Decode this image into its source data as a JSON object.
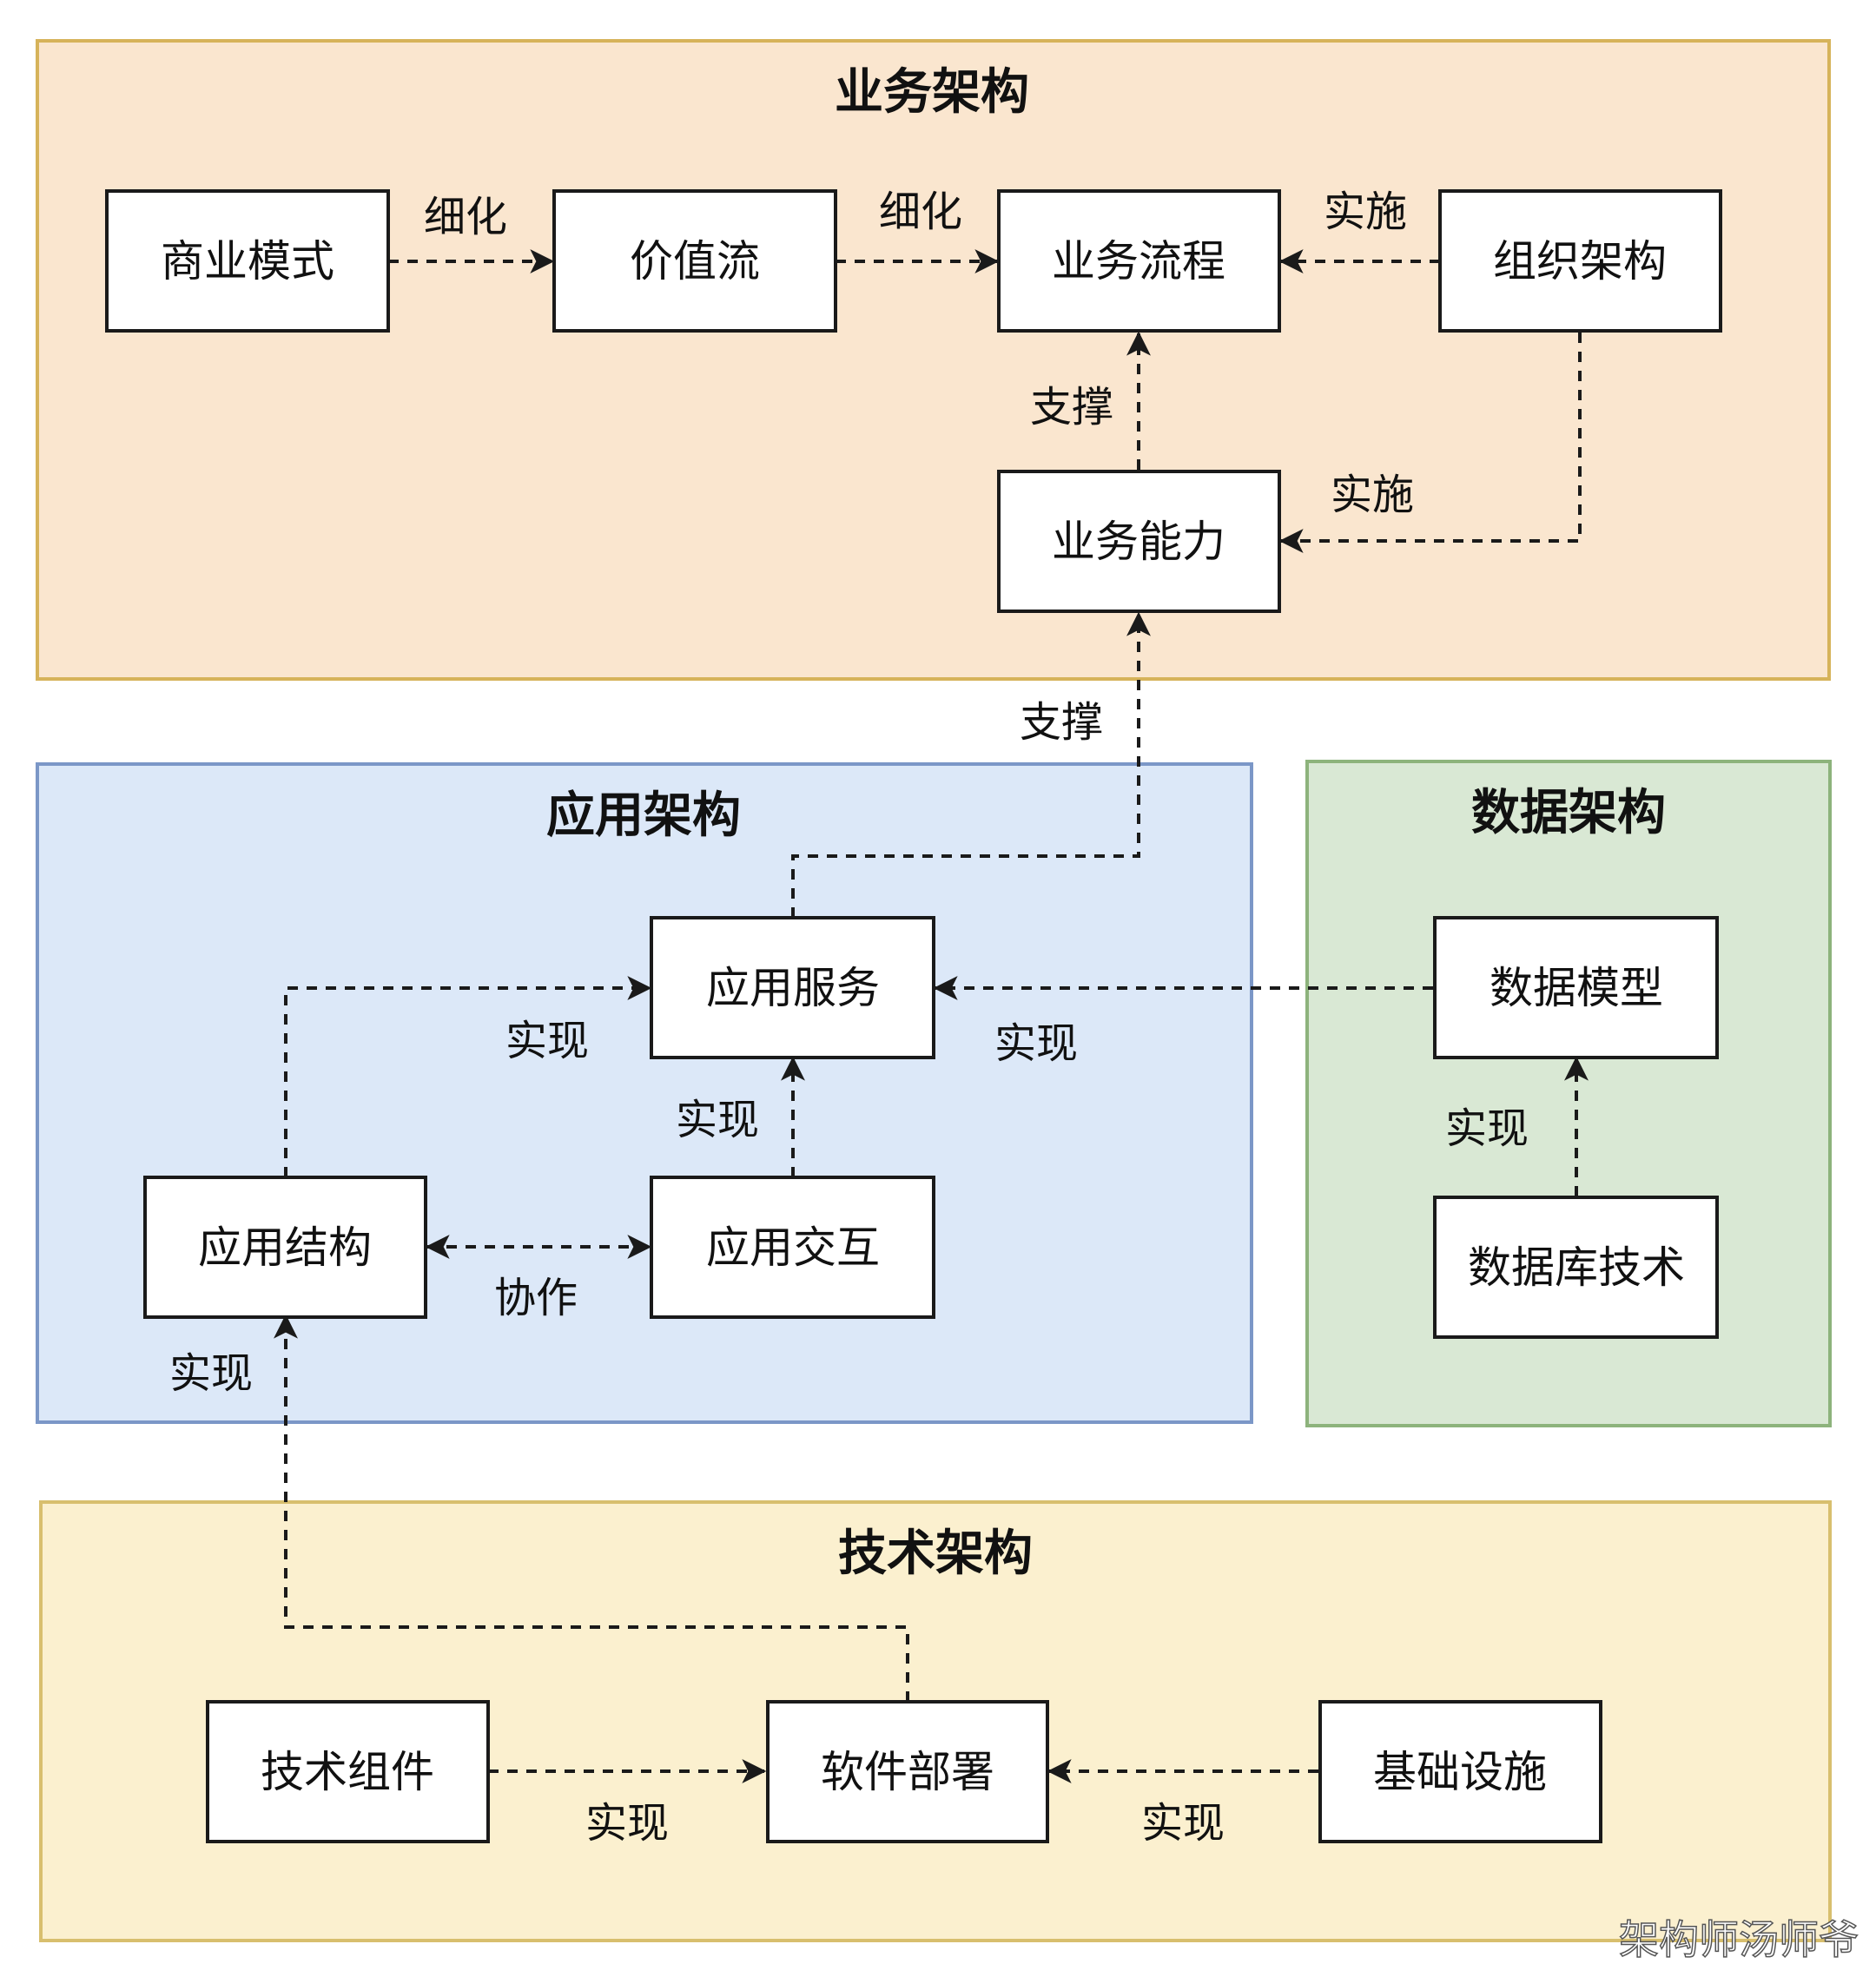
{
  "groups": {
    "business": {
      "title": "业务架构",
      "fill": "#fae6cf",
      "stroke": "#d6b35a"
    },
    "application": {
      "title": "应用架构",
      "fill": "#dce8f8",
      "stroke": "#7b97c7"
    },
    "data": {
      "title": "数据架构",
      "fill": "#d9e8d4",
      "stroke": "#8db37c"
    },
    "technology": {
      "title": "技术架构",
      "fill": "#fbf0cf",
      "stroke": "#d8bf6e"
    }
  },
  "nodes": {
    "business_model": "商业模式",
    "value_stream": "价值流",
    "business_process": "业务流程",
    "org_structure": "组织架构",
    "business_capability": "业务能力",
    "app_service": "应用服务",
    "app_structure": "应用结构",
    "app_interaction": "应用交互",
    "data_model": "数据模型",
    "database_tech": "数据库技术",
    "tech_component": "技术组件",
    "software_deploy": "软件部署",
    "infrastructure": "基础设施"
  },
  "edges": {
    "model_to_value": "细化",
    "value_to_process": "细化",
    "org_to_process": "实施",
    "capability_to_process": "支撑",
    "org_to_capability": "实施",
    "appservice_to_capability": "支撑",
    "structure_to_service": "实现",
    "datamodel_to_service": "实现",
    "interaction_to_service": "实现",
    "structure_interaction": "协作",
    "dbtech_to_datamodel": "实现",
    "deploy_to_structure": "实现",
    "component_to_deploy": "实现",
    "infra_to_deploy": "实现"
  },
  "watermark": "架构师汤师爷"
}
